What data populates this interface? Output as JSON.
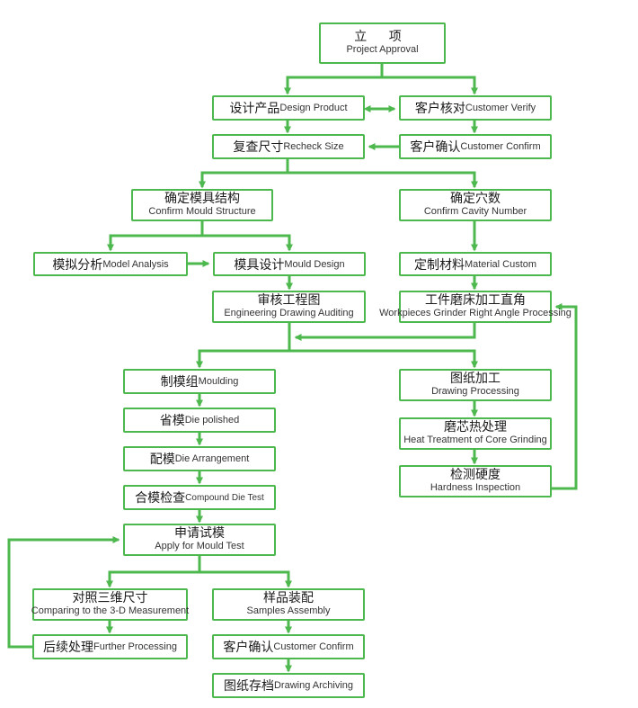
{
  "colors": {
    "line": "#4db84d",
    "text": "#222222"
  },
  "steps": {
    "project_approval": {
      "cn": "立 项",
      "en": "Project Approval"
    },
    "design_product": {
      "cn": "设计产品",
      "en": "Design Product"
    },
    "customer_verify": {
      "cn": "客户核对",
      "en": "Customer Verify"
    },
    "recheck_size": {
      "cn": "复查尺寸",
      "en": "Recheck Size"
    },
    "customer_confirm_1": {
      "cn": "客户确认",
      "en": "Customer Confirm"
    },
    "confirm_mould_structure": {
      "cn": "确定模具结构",
      "en": "Confirm Mould Structure"
    },
    "confirm_cavity_number": {
      "cn": "确定穴数",
      "en": "Confirm Cavity Number"
    },
    "model_analysis": {
      "cn": "模拟分析",
      "en": "Model Analysis"
    },
    "mould_design": {
      "cn": "模具设计",
      "en": "Mould Design"
    },
    "material_custom": {
      "cn": "定制材料",
      "en": "Material Custom"
    },
    "engineering_drawing_auditing": {
      "cn": "审核工程图",
      "en": "Engineering Drawing Auditing"
    },
    "workpieces_grinder": {
      "cn": "工件磨床加工直角",
      "en": "Workpieces Grinder Right Angle Processing"
    },
    "moulding": {
      "cn": "制模组",
      "en": "Moulding"
    },
    "drawing_processing": {
      "cn": "图纸加工",
      "en": "Drawing Processing"
    },
    "die_polished": {
      "cn": "省模",
      "en": "Die polished"
    },
    "heat_treatment": {
      "cn": "磨芯热处理",
      "en": "Heat Treatment of Core Grinding"
    },
    "die_arrangement": {
      "cn": "配模",
      "en": "Die Arrangement"
    },
    "hardness_inspection": {
      "cn": "检测硬度",
      "en": "Hardness Inspection"
    },
    "compound_die_test": {
      "cn": "合模检查",
      "en": "Compound Die Test"
    },
    "apply_mould_test": {
      "cn": "申请试模",
      "en": "Apply for Mould Test"
    },
    "comparing_3d": {
      "cn": "对照三维尺寸",
      "en": "Comparing to the 3-D Measurement"
    },
    "samples_assembly": {
      "cn": "样品装配",
      "en": "Samples Assembly"
    },
    "further_processing": {
      "cn": "后续处理",
      "en": "Further Processing"
    },
    "customer_confirm_2": {
      "cn": "客户确认",
      "en": "Customer Confirm"
    },
    "drawing_archiving": {
      "cn": "图纸存档",
      "en": "Drawing Archiving"
    }
  }
}
